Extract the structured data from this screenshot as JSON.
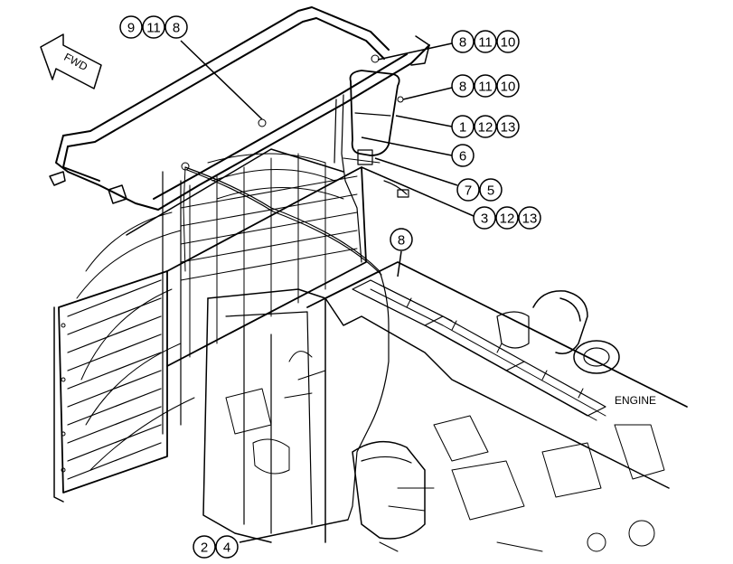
{
  "direction_arrow": {
    "label": "FWD"
  },
  "engine_label": "ENGINE",
  "callouts": [
    {
      "id": "g1",
      "numbers": [
        "9",
        "11",
        "8"
      ]
    },
    {
      "id": "g2",
      "numbers": [
        "8",
        "11",
        "10"
      ]
    },
    {
      "id": "g3",
      "numbers": [
        "8",
        "11",
        "10"
      ]
    },
    {
      "id": "g4",
      "numbers": [
        "1",
        "12",
        "13"
      ]
    },
    {
      "id": "g5",
      "numbers": [
        "6"
      ]
    },
    {
      "id": "g6",
      "numbers": [
        "7",
        "5"
      ]
    },
    {
      "id": "g7",
      "numbers": [
        "3",
        "12",
        "13"
      ]
    },
    {
      "id": "g8",
      "numbers": [
        "8"
      ]
    },
    {
      "id": "g9",
      "numbers": [
        "2",
        "4"
      ]
    }
  ]
}
